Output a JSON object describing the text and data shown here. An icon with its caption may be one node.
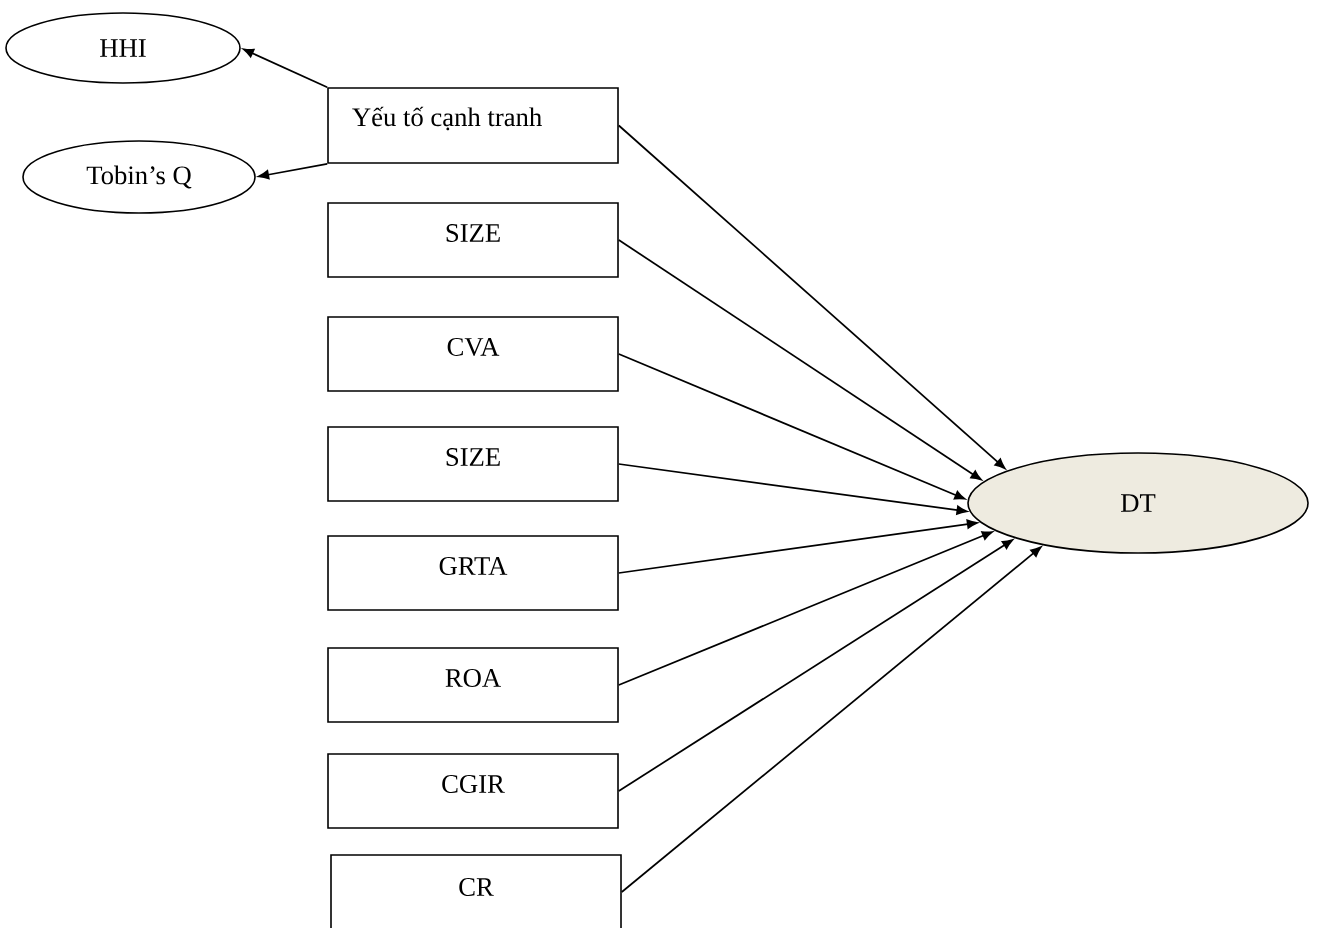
{
  "diagram": {
    "nodes": [
      {
        "text": [
          "HHI"
        ]
      },
      {
        "text": [
          "Yếu tố cạnh tranh"
        ]
      },
      {
        "text": [
          "Tobin’s Q"
        ]
      },
      {
        "text": [
          "SIZE"
        ]
      },
      {
        "text": [
          "CVA"
        ]
      },
      {
        "text": [
          "SIZE"
        ]
      },
      {
        "text": [
          "GRTA"
        ]
      },
      {
        "text": [
          "ROA"
        ]
      },
      {
        "text": [
          "CGIR"
        ]
      },
      {
        "text": [
          "CR"
        ]
      },
      {
        "text": [
          "DT"
        ]
      }
    ],
    "edges": [
      {
        "from": 1,
        "to": 0,
        "arrow": "to"
      },
      {
        "from": 1,
        "to": 2,
        "arrow": "to"
      },
      {
        "from": 1,
        "to": 10,
        "arrow": "to"
      },
      {
        "from": 3,
        "to": 10,
        "arrow": "to"
      },
      {
        "from": 4,
        "to": 10,
        "arrow": "to"
      },
      {
        "from": 5,
        "to": 10,
        "arrow": "to"
      },
      {
        "from": 6,
        "to": 10,
        "arrow": "to"
      },
      {
        "from": 7,
        "to": 10,
        "arrow": "to"
      },
      {
        "from": 8,
        "to": 10,
        "arrow": "to"
      },
      {
        "from": 9,
        "to": 10,
        "arrow": "to"
      }
    ]
  }
}
